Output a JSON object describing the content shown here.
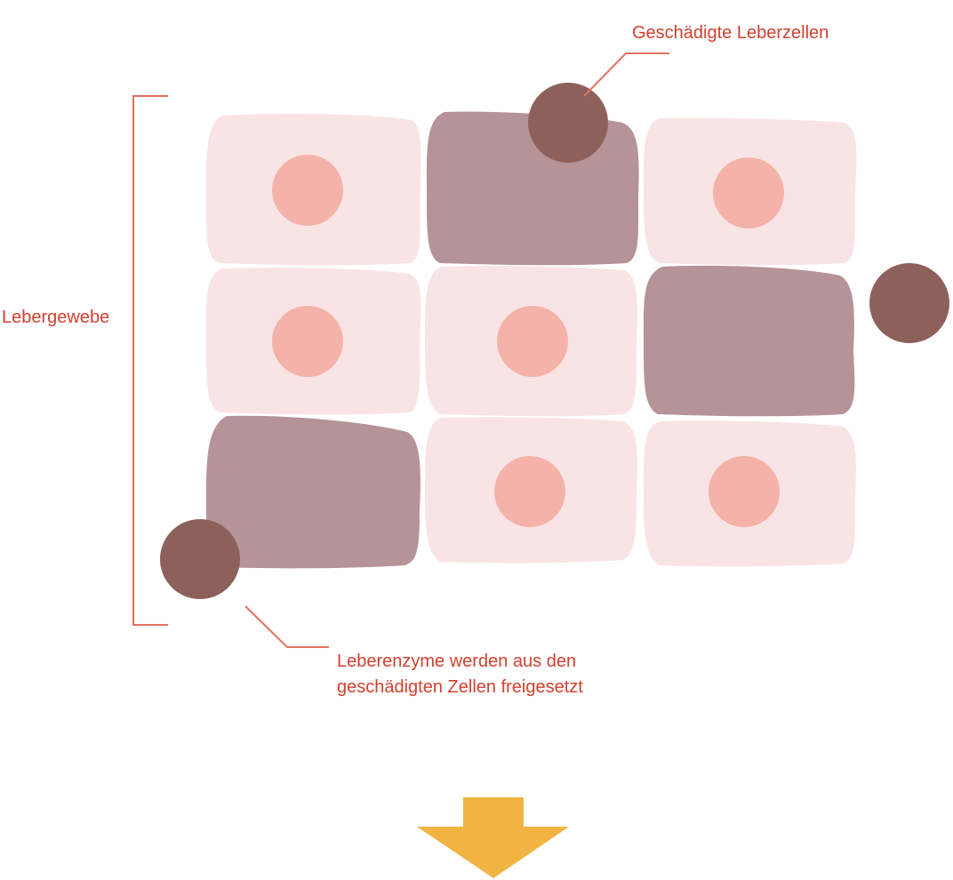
{
  "labels": {
    "damaged_cells": "Geschädigte Leberzellen",
    "tissue": "Lebergewebe",
    "enzymes_line1": "Leberenzyme werden aus den",
    "enzymes_line2": "geschädigten Zellen freigesetzt"
  },
  "colors": {
    "healthy_cell": "#f9e4e5",
    "nucleus": "#f4b2a8",
    "damaged_cell": "#b69397",
    "enzyme": "#8e605b",
    "label": "#d2402f",
    "line": "#e4705f",
    "arrow": "#f1b443"
  },
  "grid": {
    "rows": [
      [
        "healthy",
        "damaged",
        "healthy"
      ],
      [
        "healthy",
        "healthy",
        "damaged"
      ],
      [
        "damaged",
        "healthy",
        "healthy"
      ]
    ]
  },
  "arrow_icon": "down-arrow-icon"
}
